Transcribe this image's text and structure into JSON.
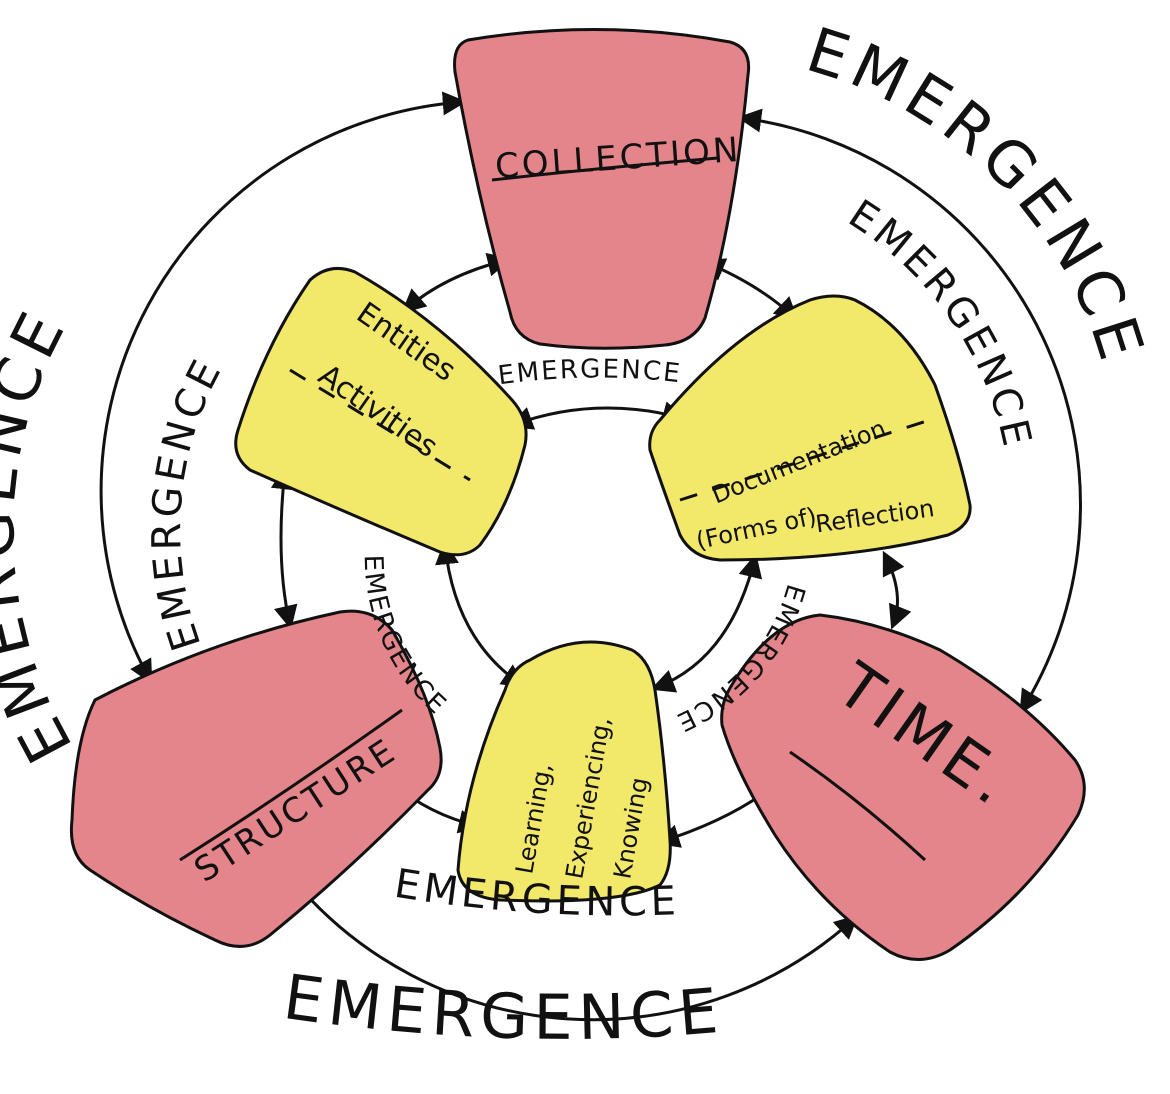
{
  "colors": {
    "red_box_fill": "#e3858a",
    "yellow_box_fill": "#f2e86a",
    "ink": "#111111"
  },
  "boxes": {
    "collection": {
      "label": "COLLECTION"
    },
    "structure": {
      "label": "STRUCTURE"
    },
    "time": {
      "label": "TIME."
    },
    "entities_activities": {
      "line1": "Entities",
      "line2": "Activities"
    },
    "documentation_reflection": {
      "line1": "Documentation",
      "line2": "(Forms of)",
      "line3": "Reflection"
    },
    "learning": {
      "line1": "Learning,",
      "line2": "Experiencing,",
      "line3": "Knowing"
    }
  },
  "emergence_labels": {
    "outer_left": "EMERGENCE",
    "outer_top_right": "EMERGENCE",
    "outer_bottom": "EMERGENCE",
    "middle_left": "EMERGENCE",
    "middle_right": "EMERGENCE",
    "middle_bottom": "EMERGENCE",
    "inner_top": "EMERGENCE",
    "inner_left": "EMERGENCE",
    "inner_right": "EMERGENCE"
  }
}
